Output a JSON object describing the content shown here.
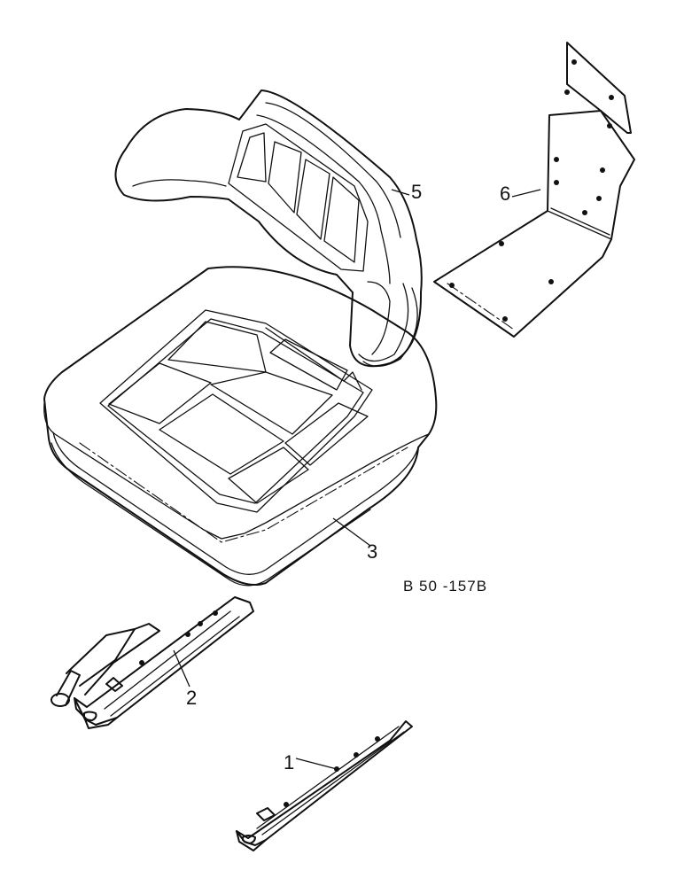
{
  "drawing_ref": "B 50 -157B",
  "callouts": {
    "slide_rail_plain": "1",
    "slide_rail_lever": "2",
    "seat_cushion": "3",
    "backrest": "5",
    "mounting_bracket": "6"
  }
}
